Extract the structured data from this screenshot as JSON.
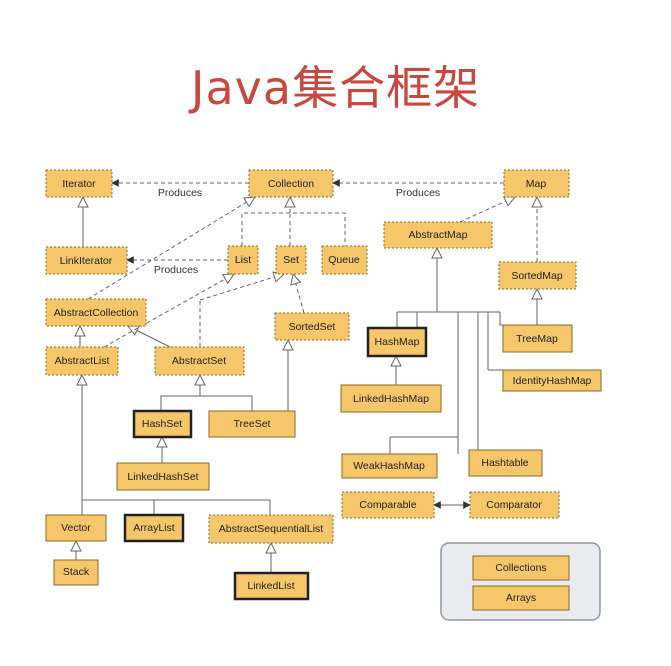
{
  "title": "Java集合框架",
  "produces_label": "Produces",
  "nodes": {
    "iterator": "Iterator",
    "collection": "Collection",
    "map": "Map",
    "listiterator": "LinkIterator",
    "list": "List",
    "set": "Set",
    "queue": "Queue",
    "abstractmap": "AbstractMap",
    "sortedmap": "SortedMap",
    "abstractcollection": "AbstractCollection",
    "sortedset": "SortedSet",
    "hashmap": "HashMap",
    "treemap": "TreeMap",
    "abstractlist": "AbstractList",
    "abstractset": "AbstractSet",
    "identityhashmap": "IdentityHashMap",
    "linkedhashmap": "LinkedHashMap",
    "hashset": "HashSet",
    "treeset": "TreeSet",
    "weakhashmap": "WeakHashMap",
    "hashtable": "Hashtable",
    "linkedhashset": "LinkedHashSet",
    "comparable": "Comparable",
    "comparator": "Comparator",
    "vector": "Vector",
    "arraylist": "ArrayList",
    "abstractsequentiallist": "AbstractSequentialList",
    "collections": "Collections",
    "stack": "Stack",
    "arrays": "Arrays",
    "linkedlist": "LinkedList"
  },
  "colors": {
    "node_fill": "#f6c66a",
    "title": "#c8473f"
  }
}
